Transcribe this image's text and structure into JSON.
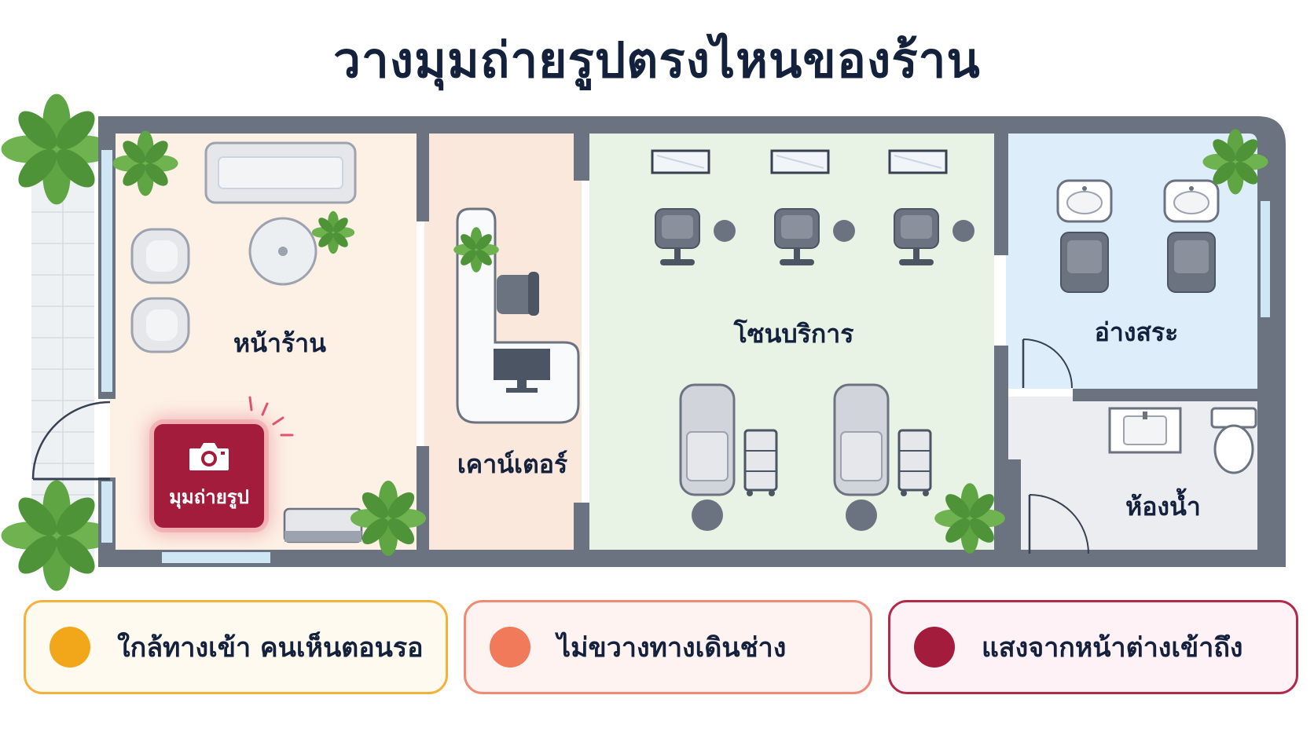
{
  "title": "วางมุมถ่ายรูปตรงไหนของร้าน",
  "rooms": {
    "front": "หน้าร้าน",
    "counter": "เคาน์เตอร์",
    "service": "โซนบริการ",
    "wash": "อ่างสระ",
    "bathroom": "ห้องน้ำ"
  },
  "photo_spot": {
    "label": "มุมถ่ายรูป",
    "icon": "camera-icon"
  },
  "legend": [
    {
      "text": "ใกล้ทางเข้า คนเห็นตอนรอ",
      "color": "#f2a71b",
      "border": "#f2b33d",
      "bg": "#fffaf0"
    },
    {
      "text": "ไม่ขวางทางเดินช่าง",
      "color": "#f07a5a",
      "border": "#ee8a78",
      "bg": "#fff3f1"
    },
    {
      "text": "แสงจากหน้าต่างเข้าถึง",
      "color": "#a31c3c",
      "border": "#b22a4a",
      "bg": "#fff2f6"
    }
  ],
  "colors": {
    "wall": "#6b7280",
    "front_floor": "#fdf1e6",
    "counter_floor": "#fbe8dc",
    "service_floor": "#e8f3e6",
    "wash_floor": "#ddeefa",
    "bath_floor": "#ebedf0",
    "plant": "#5fa544"
  }
}
